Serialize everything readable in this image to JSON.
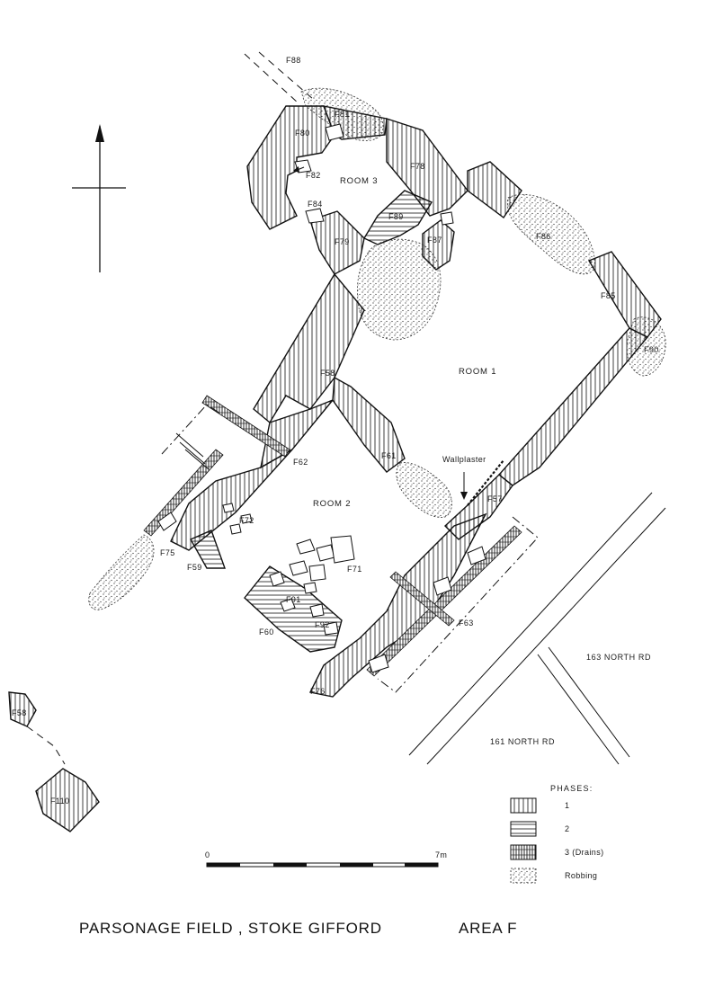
{
  "title": "PARSONAGE FIELD , STOKE GIFFORD",
  "area": "AREA F",
  "rooms": {
    "room1": "ROOM 1",
    "room2": "ROOM 2",
    "room3": "ROOM 3"
  },
  "features": {
    "f88": "F88",
    "f81": "F81",
    "f80": "F80",
    "f82": "F82",
    "f78": "F78",
    "f84": "F84",
    "f89": "F89",
    "f79": "F79",
    "f87": "F87",
    "f86": "F86",
    "f85": "F85",
    "f90": "F90",
    "f58": "F58",
    "f62": "F62",
    "f61": "F61",
    "f57": "F57",
    "f72": "F72",
    "f75": "F75",
    "f59": "F59",
    "f71": "F71",
    "f91": "F91",
    "f92": "F92",
    "f60": "F60",
    "f63": "F63",
    "f76": "F76",
    "f58b": "F58",
    "f110": "F110"
  },
  "annotation_wallplaster": "Wallplaster",
  "roads": {
    "north163": "163 NORTH RD",
    "north161": "161 NORTH RD"
  },
  "scale": {
    "start": "0",
    "end": "7m"
  },
  "legend": {
    "title": "PHASES:",
    "items": [
      {
        "pattern": "vertical-hatch",
        "label": "1"
      },
      {
        "pattern": "horizontal-hatch",
        "label": "2"
      },
      {
        "pattern": "drains",
        "label": "3 (Drains)"
      },
      {
        "pattern": "stipple",
        "label": "Robbing"
      }
    ]
  },
  "colors": {
    "ink": "#111111",
    "paper": "#ffffff"
  }
}
